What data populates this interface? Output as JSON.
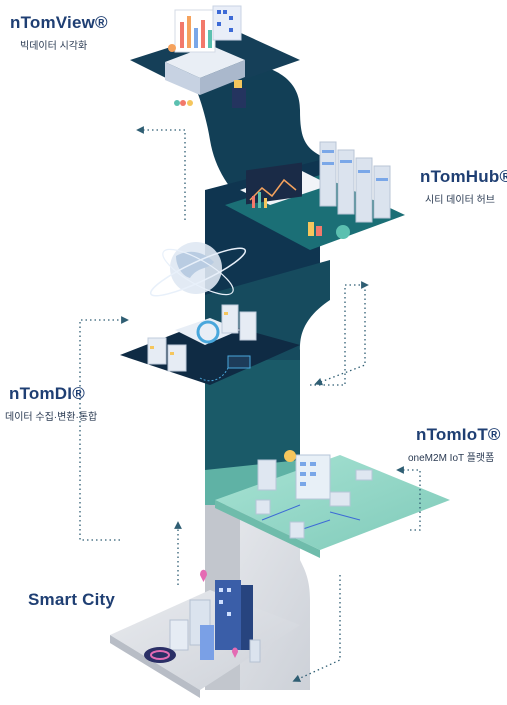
{
  "stages": [
    {
      "id": "view",
      "title": "nTomView®",
      "subtitle": "빅데이터 시각화"
    },
    {
      "id": "hub",
      "title": "nTomHub®",
      "subtitle": "시티 데이터 허브"
    },
    {
      "id": "di",
      "title": "nTomDI®",
      "subtitle": "데이터 수집·변환·통합"
    },
    {
      "id": "iot",
      "title": "nTomIoT®",
      "subtitle": "oneM2M IoT 플랫폼"
    },
    {
      "id": "city",
      "title": "Smart City",
      "subtitle": ""
    }
  ],
  "colors": {
    "title": "#1f3f73",
    "band_dark": "#0f3a4a",
    "band_mid": "#1c6673",
    "band_teal": "#8ad6c4",
    "band_gray": "#d2d5da",
    "arrow": "#2f5e73"
  }
}
